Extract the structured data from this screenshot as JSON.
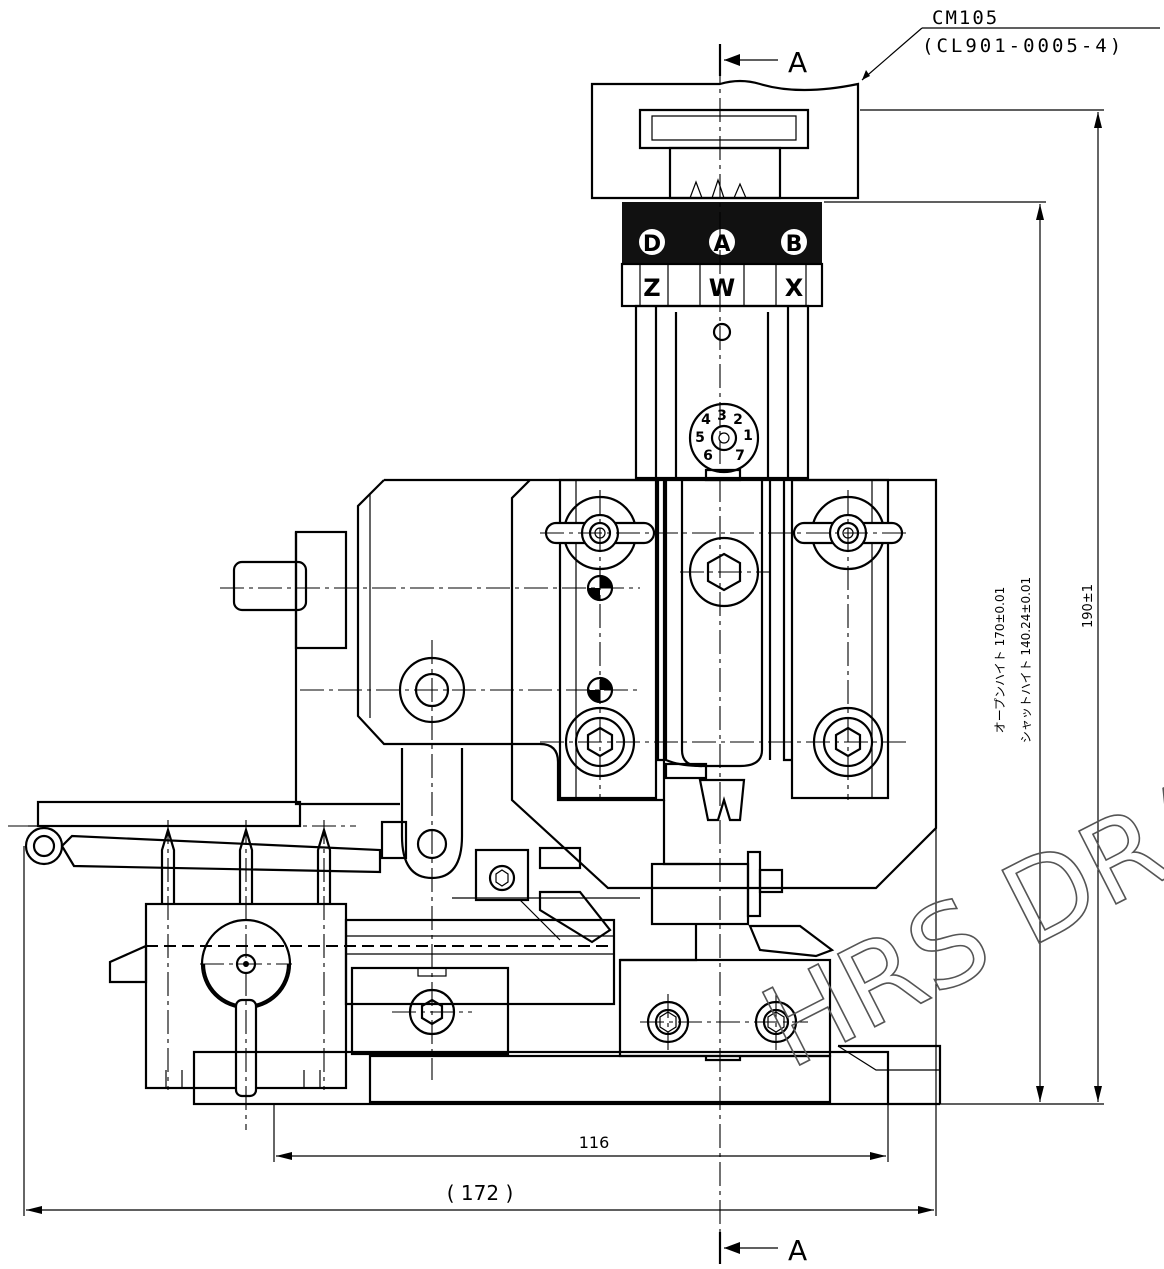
{
  "drawing": {
    "part_number": "CM105",
    "part_code": "(CL901-0005-4)",
    "section_label_top": "A",
    "section_label_bottom": "A",
    "watermark": "HRS DRAWING",
    "dial_letters_top": [
      "D",
      "A",
      "B"
    ],
    "dial_letters_bottom": [
      "Z",
      "W",
      "X"
    ],
    "dial_numbers": [
      "1",
      "2",
      "3",
      "4",
      "5",
      "6",
      "7"
    ],
    "dimensions": {
      "base_width": "116",
      "overall_width": "( 172 )",
      "total_height": "190±1",
      "open_height": "オープンハイト 170±0.01",
      "shut_height": "シャットハイト 140.24±0.01"
    }
  }
}
